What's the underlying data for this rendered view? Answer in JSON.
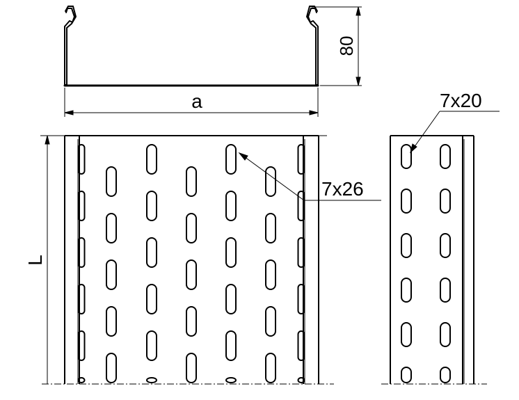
{
  "labels": {
    "width": "a",
    "height": "80",
    "length": "L",
    "bottom_slot": "7x26",
    "side_slot": "7x20"
  },
  "colors": {
    "line": "#000000",
    "background": "#ffffff"
  }
}
